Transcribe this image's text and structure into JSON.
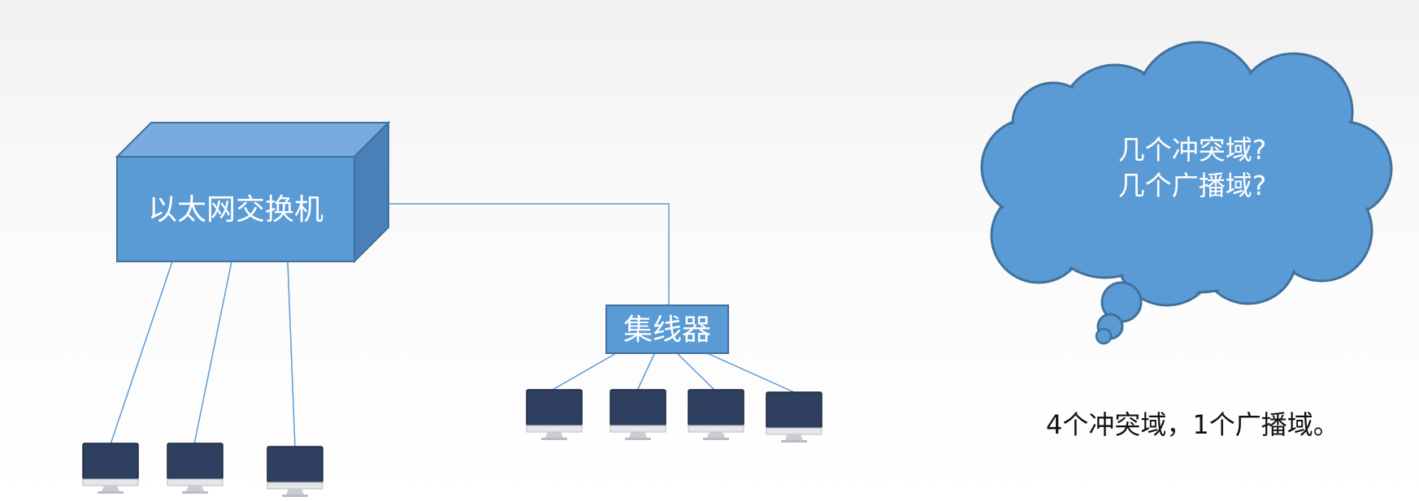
{
  "diagram": {
    "switch": {
      "label": "以太网交换机"
    },
    "hub": {
      "label": "集线器"
    },
    "cloud": {
      "line1": "几个冲突域?",
      "line2": "几个广播域?"
    },
    "answer": "4个冲突域，1个广播域。",
    "switch_hosts": 3,
    "hub_hosts": 4
  },
  "colors": {
    "accent": "#5b9bd5",
    "accent_dark": "#41719c",
    "line": "#5b9bd5",
    "monitor_screen": "#2f3f5f"
  }
}
